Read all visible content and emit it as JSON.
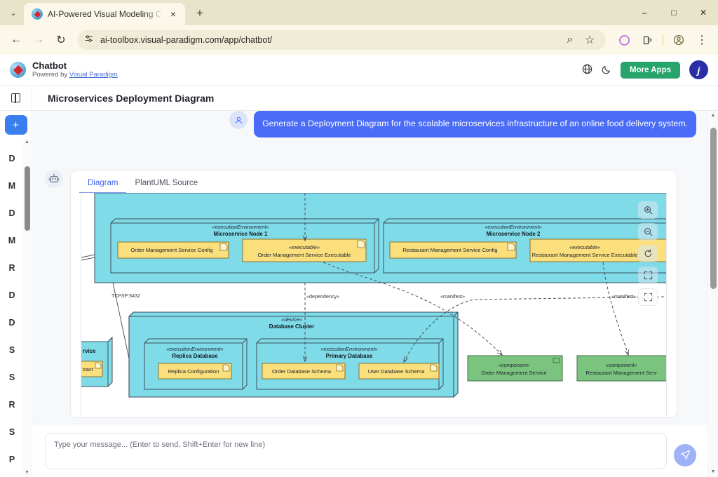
{
  "browser": {
    "tab": {
      "title": "AI-Powered Visual Modeling Ch",
      "favicon": "visual-paradigm-icon",
      "close_label": "×"
    },
    "new_tab_label": "+",
    "tab_list_chevron": "⌄",
    "window_controls": {
      "minimize": "–",
      "maximize": "□",
      "close": "✕"
    },
    "nav": {
      "back": "←",
      "forward": "→",
      "reload": "↻"
    },
    "omnibox": {
      "url": "ai-toolbox.visual-paradigm.com/app/chatbot/",
      "site_settings_icon": "tune-icon",
      "zoom_icon": "⌕",
      "bookmark_icon": "☆"
    },
    "extensions": {
      "ring_icon": "circle-extension-icon",
      "puzzle_icon": "⬚",
      "profile_icon": "ⓘ",
      "menu_icon": "⋮"
    }
  },
  "app_header": {
    "brand_name": "Chatbot",
    "powered_prefix": "Powered by ",
    "powered_link": "Visual Paradigm",
    "language_icon": "⊕",
    "theme_icon": "☾",
    "more_apps_label": "More Apps",
    "avatar_initial": "j"
  },
  "title_bar": {
    "panel_toggle_icon": "panel-toggle-icon",
    "page_title": "Microservices Deployment Diagram"
  },
  "sidebar": {
    "new_chat_label": "+",
    "items": [
      {
        "label": "D"
      },
      {
        "label": "M"
      },
      {
        "label": "D"
      },
      {
        "label": "M"
      },
      {
        "label": "R"
      },
      {
        "label": "D"
      },
      {
        "label": "D"
      },
      {
        "label": "S"
      },
      {
        "label": "S"
      },
      {
        "label": "R"
      },
      {
        "label": "S"
      },
      {
        "label": "P"
      }
    ],
    "scroll_up": "▲",
    "scroll_down": "▼"
  },
  "conversation": {
    "user_avatar_icon": "user-icon",
    "user_message": "Generate a Deployment Diagram for the scalable microservices infrastructure of an online food delivery system.",
    "bot_avatar_icon": "robot-icon"
  },
  "diagram_panel": {
    "tabs": [
      {
        "label": "Diagram",
        "active": true
      },
      {
        "label": "PlantUML Source",
        "active": false
      }
    ],
    "zoom_tools": [
      {
        "name": "zoom-in",
        "glyph": "⊕"
      },
      {
        "name": "zoom-out",
        "glyph": "⊖"
      },
      {
        "name": "reset-zoom",
        "glyph": "↺"
      },
      {
        "name": "expand",
        "glyph": "⤡"
      },
      {
        "name": "fullscreen",
        "glyph": "⛶"
      }
    ]
  },
  "uml_diagram": {
    "type": "deployment-diagram",
    "palette": {
      "node_fill": "#7fdbe8",
      "node_stroke": "#3d4f5c",
      "artifact_fill": "#fbdf7c",
      "artifact_stroke": "#8a7330",
      "component_fill": "#7bc47f",
      "component_stroke": "#3f6b45"
    },
    "nodes": [
      {
        "stereotype": "«executionEnvironment»",
        "name": "Microservice Node 1",
        "artifacts": [
          "Order Management Service Config",
          "Order Management Service Executable"
        ],
        "artifact_stereotypes": [
          "",
          "«executable»"
        ]
      },
      {
        "stereotype": "«executionEnvironment»",
        "name": "Microservice Node 2",
        "artifacts": [
          "Restaurant Management Service Config",
          "Restaurant Management Service Executable"
        ],
        "artifact_stereotypes": [
          "",
          "«executable»"
        ]
      },
      {
        "stereotype": "«device»",
        "name": "Database Cluster",
        "artifacts": [],
        "artifact_stereotypes": []
      },
      {
        "stereotype": "«executionEnvironment»",
        "name": "Replica Database",
        "artifacts": [
          "Replica Configuration"
        ],
        "artifact_stereotypes": [
          ""
        ]
      },
      {
        "stereotype": "«executionEnvironment»",
        "name": "Primary Database",
        "artifacts": [
          "Order Database Schema",
          "User Database Schema"
        ],
        "artifact_stereotypes": [
          "",
          ""
        ]
      }
    ],
    "clipped_node": {
      "name_fragment": "rvice",
      "artifact_fragment": "tract"
    },
    "components": [
      {
        "stereotype": "«component»",
        "name": "Order Management Service"
      },
      {
        "stereotype": "«component»",
        "name": "Restaurant Management Serv"
      }
    ],
    "edge_labels": [
      {
        "text": "TCP/IP:5432"
      },
      {
        "text": "«dependency»"
      },
      {
        "text": "«manifest»"
      },
      {
        "text": "«manifest»"
      }
    ]
  },
  "composer": {
    "placeholder": "Type your message... (Enter to send, Shift+Enter for new line)",
    "value": "",
    "send_icon": "send-icon"
  }
}
